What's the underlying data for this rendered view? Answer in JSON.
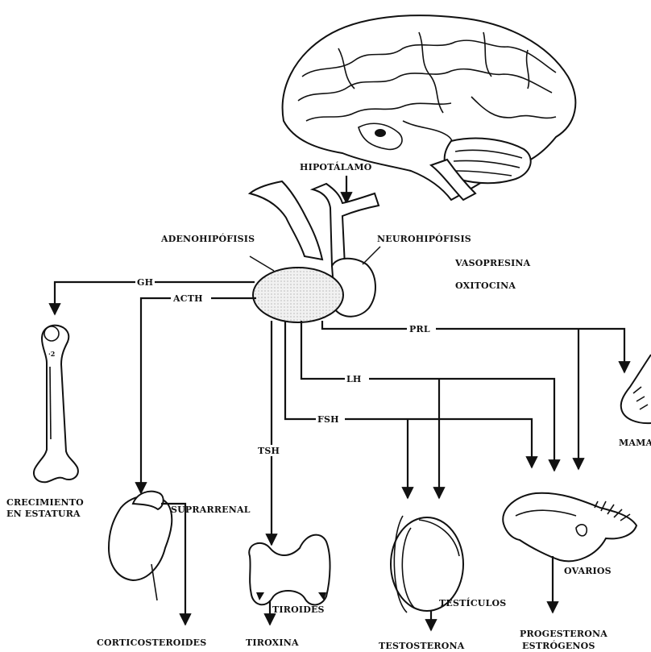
{
  "labels": {
    "hypothalamus": "HIPOTÁLAMO",
    "adenohypophysis": "ADENOHIPÓFISIS",
    "neurohypophysis": "NEUROHIPÓFISIS",
    "vasopressin": "VASOPRESINA",
    "oxytocin": "OXITOCINA",
    "gh": "GH",
    "acth": "ACTH",
    "prl": "PRL",
    "lh": "LH",
    "fsh": "FSH",
    "tsh": "TSH",
    "growth_line1": "CRECIMIENTO",
    "growth_line2": "EN ESTATURA",
    "adrenal": "SUPRARRENAL",
    "corticosteroids": "CORTICOSTEROIDES",
    "thyroid": "TIROIDES",
    "thyroxine": "TIROXINA",
    "testicles": "TESTÍCULOS",
    "testosterone": "TESTOSTERONA",
    "ovaries": "OVARIOS",
    "progesterone": "PROGESTERONA",
    "estrogens": "ESTRÓGENOS",
    "mammary": "MAMA"
  },
  "colors": {
    "ink": "#111111",
    "background": "#ffffff",
    "gland_fill": "#ececec"
  }
}
